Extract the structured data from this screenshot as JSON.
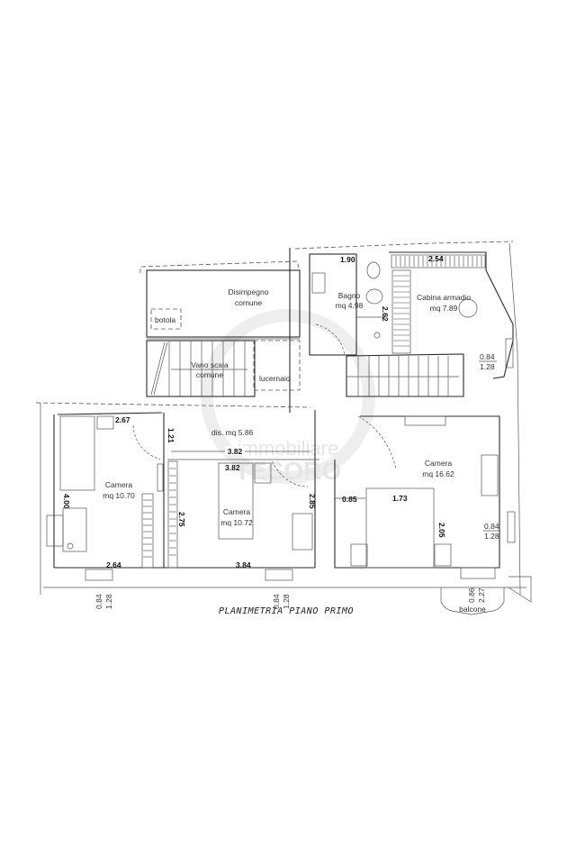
{
  "plan": {
    "title": "PLANIMETRIA PIANO PRIMO",
    "watermark": {
      "line1": "immobiliare",
      "line2": "TESORO"
    },
    "rooms": [
      {
        "id": "disimpegno-comune",
        "name": "Disimpegno",
        "area": "comune"
      },
      {
        "id": "botola",
        "name": "botola"
      },
      {
        "id": "vano-scala",
        "name": "Vano scala",
        "area": "comune"
      },
      {
        "id": "lucernaio",
        "name": "lucernaio"
      },
      {
        "id": "bagno",
        "name": "Bagno",
        "area": "mq 4.98"
      },
      {
        "id": "cabina-armadio",
        "name": "Cabina armadio",
        "area": "mq 7.89"
      },
      {
        "id": "disimpegno",
        "name": "dis. mq 5.86"
      },
      {
        "id": "camera-1",
        "name": "Camera",
        "area": "mq 10.70"
      },
      {
        "id": "camera-2",
        "name": "Camera",
        "area": "mq 10.72"
      },
      {
        "id": "camera-3",
        "name": "Camera",
        "area": "mq 16.62"
      },
      {
        "id": "balcone",
        "name": "balcone"
      }
    ],
    "dimensions": {
      "bagno_width": "1.90",
      "cabina_width": "2.54",
      "bagno_depth": "2.62",
      "camera1_top": "2.67",
      "camera1_bottom": "2.64",
      "camera1_side": "4.00",
      "dis_width": "1.21",
      "wardrobe_len": "2.75",
      "dis_len": "3.82",
      "camera2_top": "3.82",
      "camera2_bottom": "3.84",
      "camera2_side": "2.85",
      "camera3_left": "0.85",
      "camera3_bed": "1.73",
      "camera3_depth": "2.05"
    },
    "windows": [
      {
        "id": "win-cabina",
        "w": "0.84",
        "h": "1.28"
      },
      {
        "id": "win-camera3",
        "w": "0.84",
        "h": "1.28"
      },
      {
        "id": "win-camera1",
        "w": "0.84",
        "h": "1.28"
      },
      {
        "id": "win-camera2",
        "w": "0.84",
        "h": "1.28"
      },
      {
        "id": "win-balcone",
        "w": "0.86",
        "h": "2.27"
      }
    ]
  }
}
